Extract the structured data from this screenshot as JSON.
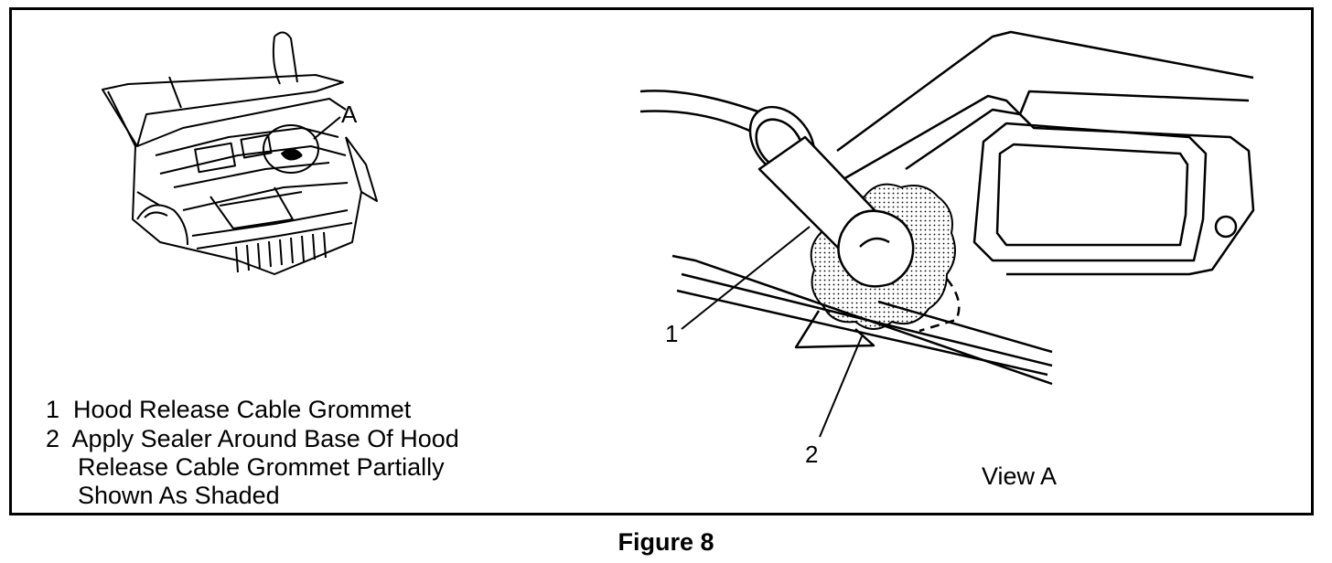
{
  "figure": {
    "caption": "Figure 8"
  },
  "overview": {
    "callout_label": "A"
  },
  "detail": {
    "view_label": "View A",
    "callout_1": "1",
    "callout_2": "2"
  },
  "legend": {
    "items": [
      {
        "number": "1",
        "text": "Hood Release Cable Grommet"
      },
      {
        "number": "2",
        "text": "Apply Sealer Around Base Of Hood"
      }
    ],
    "item2_continuation_1": "Release Cable Grommet Partially",
    "item2_continuation_2": "Shown As Shaded"
  }
}
